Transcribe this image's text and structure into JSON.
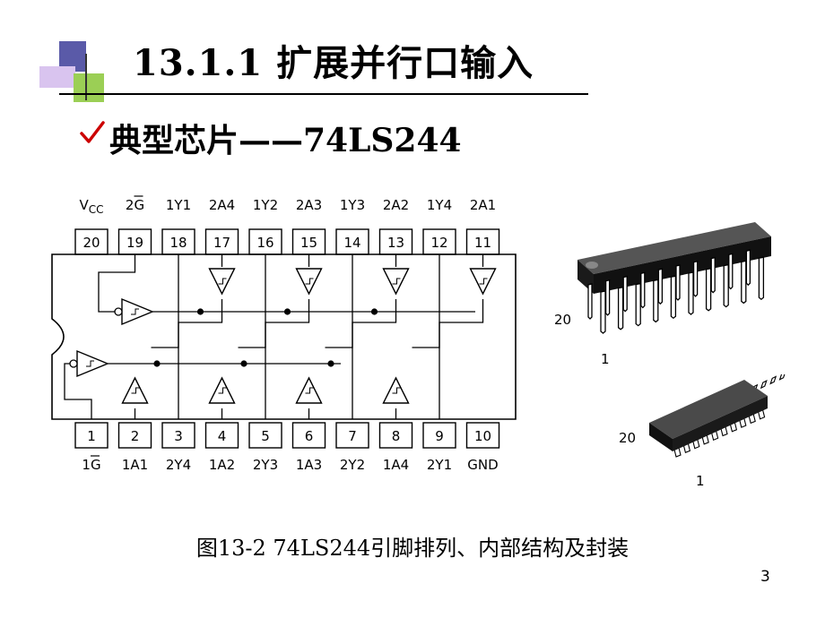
{
  "slide": {
    "title": "13.1.1 扩展并行口输入",
    "bullet_text": "典型芯片——74LS244",
    "caption": "图13-2  74LS244引脚排列、内部结构及封装",
    "page_number": "3"
  },
  "chip": {
    "top_pins": [
      {
        "number": "20",
        "name": "VCC"
      },
      {
        "number": "19",
        "name": "2G"
      },
      {
        "number": "18",
        "name": "1Y1"
      },
      {
        "number": "17",
        "name": "2A4"
      },
      {
        "number": "16",
        "name": "1Y2"
      },
      {
        "number": "15",
        "name": "2A3"
      },
      {
        "number": "14",
        "name": "1Y3"
      },
      {
        "number": "13",
        "name": "2A2"
      },
      {
        "number": "12",
        "name": "1Y4"
      },
      {
        "number": "11",
        "name": "2A1"
      }
    ],
    "bottom_pins": [
      {
        "number": "1",
        "name": "1G"
      },
      {
        "number": "2",
        "name": "1A1"
      },
      {
        "number": "3",
        "name": "2Y4"
      },
      {
        "number": "4",
        "name": "1A2"
      },
      {
        "number": "5",
        "name": "2Y3"
      },
      {
        "number": "6",
        "name": "1A3"
      },
      {
        "number": "7",
        "name": "2Y2"
      },
      {
        "number": "8",
        "name": "1A4"
      },
      {
        "number": "9",
        "name": "2Y1"
      },
      {
        "number": "10",
        "name": "GND"
      }
    ]
  },
  "packages": {
    "dip_pin_20": "20",
    "dip_pin_1": "1",
    "so_pin_20": "20",
    "so_pin_1": "1"
  },
  "colors": {
    "deco_blue": "#5a5aa8",
    "deco_lavender": "#d0b4ec",
    "deco_green": "#8cc63f",
    "check_red": "#cc0000"
  }
}
